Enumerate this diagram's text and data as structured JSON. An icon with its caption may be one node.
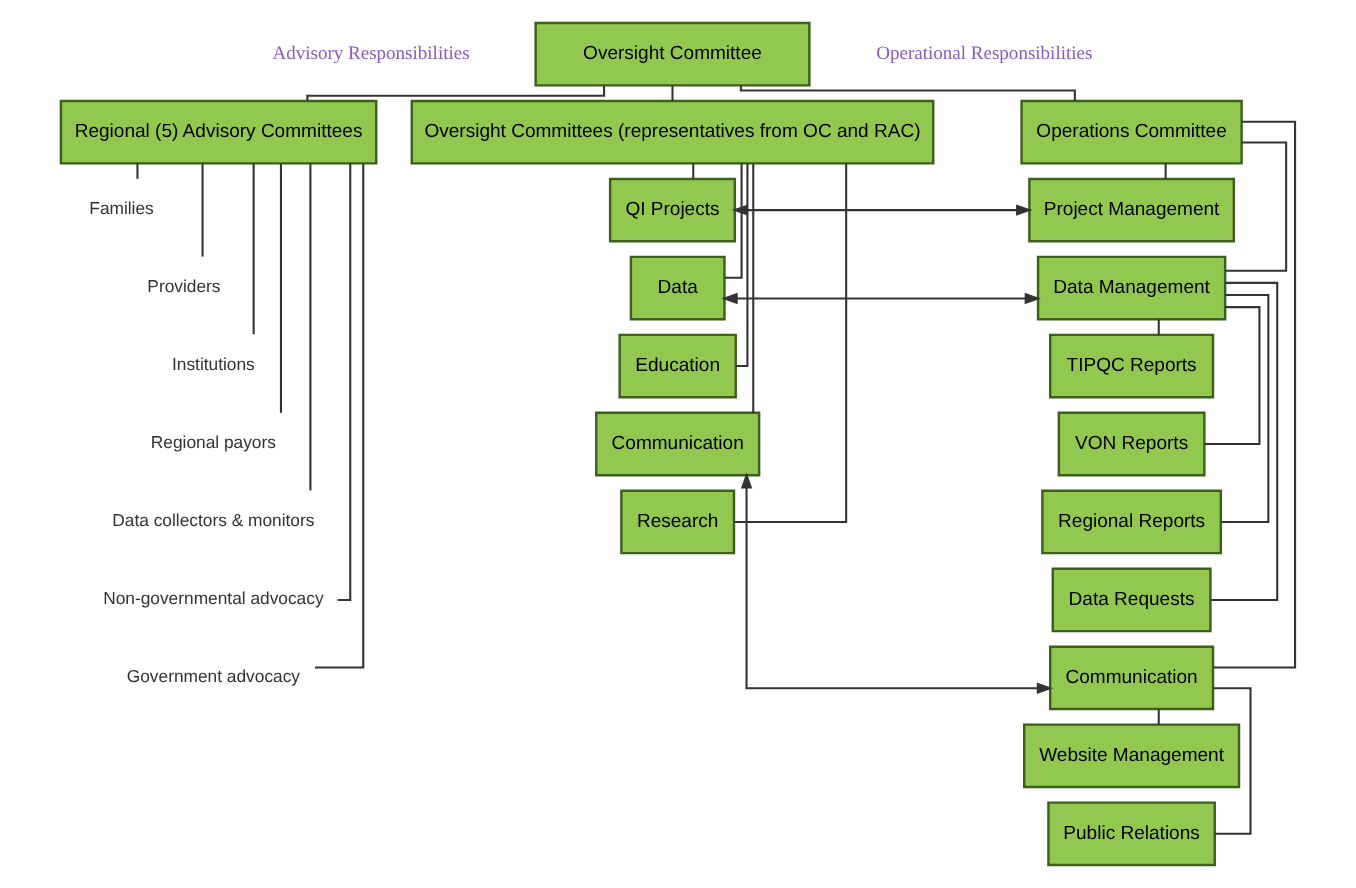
{
  "diagram": {
    "nodes": [
      {
        "text": [
          "Oversight Committee"
        ]
      },
      {
        "text": [
          "Regional (5) Advisory Committees"
        ]
      },
      {
        "text": [
          "Oversight Committees (representatives from OC and RAC)"
        ]
      },
      {
        "text": [
          "Operations Committee"
        ]
      },
      {
        "text": [
          "Families"
        ]
      },
      {
        "text": [
          "Providers"
        ]
      },
      {
        "text": [
          "Institutions"
        ]
      },
      {
        "text": [
          "Regional payors"
        ]
      },
      {
        "text": [
          "Data collectors & monitors"
        ]
      },
      {
        "text": [
          "Non-governmental advocacy"
        ]
      },
      {
        "text": [
          "Government advocacy"
        ]
      },
      {
        "text": [
          "QI Projects"
        ]
      },
      {
        "text": [
          "Data"
        ]
      },
      {
        "text": [
          "Education"
        ]
      },
      {
        "text": [
          "Communication"
        ]
      },
      {
        "text": [
          "Research"
        ]
      },
      {
        "text": [
          "Project Management"
        ]
      },
      {
        "text": [
          "Data Management"
        ]
      },
      {
        "text": [
          "TIPQC Reports"
        ]
      },
      {
        "text": [
          "VON Reports"
        ]
      },
      {
        "text": [
          "Regional Reports"
        ]
      },
      {
        "text": [
          "Data Requests"
        ]
      },
      {
        "text": [
          "Communication"
        ]
      },
      {
        "text": [
          "Website Management"
        ]
      },
      {
        "text": [
          "Public Relations"
        ]
      }
    ],
    "edges": [
      {
        "from": 0,
        "to": 1,
        "arrow": "none"
      },
      {
        "from": 0,
        "to": 2,
        "arrow": "none"
      },
      {
        "from": 0,
        "to": 3,
        "arrow": "none"
      },
      {
        "from": 1,
        "to": 4,
        "arrow": "none"
      },
      {
        "from": 1,
        "to": 5,
        "arrow": "none"
      },
      {
        "from": 1,
        "to": 6,
        "arrow": "none"
      },
      {
        "from": 1,
        "to": 7,
        "arrow": "none"
      },
      {
        "from": 1,
        "to": 8,
        "arrow": "none"
      },
      {
        "from": 1,
        "to": 9,
        "arrow": "none"
      },
      {
        "from": 1,
        "to": 10,
        "arrow": "none"
      },
      {
        "from": 2,
        "to": 11,
        "arrow": "none"
      },
      {
        "from": 2,
        "to": 12,
        "arrow": "none"
      },
      {
        "from": 2,
        "to": 13,
        "arrow": "none"
      },
      {
        "from": 2,
        "to": 14,
        "arrow": "none"
      },
      {
        "from": 2,
        "to": 15,
        "arrow": "none"
      },
      {
        "from": 3,
        "to": 16,
        "arrow": "none"
      },
      {
        "from": 3,
        "to": 17,
        "arrow": "none"
      },
      {
        "from": 3,
        "to": 22,
        "arrow": "none"
      },
      {
        "from": 17,
        "to": 18,
        "arrow": "none"
      },
      {
        "from": 17,
        "to": 19,
        "arrow": "none"
      },
      {
        "from": 17,
        "to": 20,
        "arrow": "none"
      },
      {
        "from": 17,
        "to": 21,
        "arrow": "none"
      },
      {
        "from": 22,
        "to": 23,
        "arrow": "none"
      },
      {
        "from": 22,
        "to": 24,
        "arrow": "none"
      },
      {
        "from": 11,
        "to": 16,
        "arrow": "both"
      },
      {
        "from": 12,
        "to": 17,
        "arrow": "both"
      },
      {
        "from": 14,
        "to": 22,
        "arrow": "both"
      }
    ],
    "labels": [
      "Advisory Responsibilities",
      "Operational Responsibilities"
    ]
  }
}
